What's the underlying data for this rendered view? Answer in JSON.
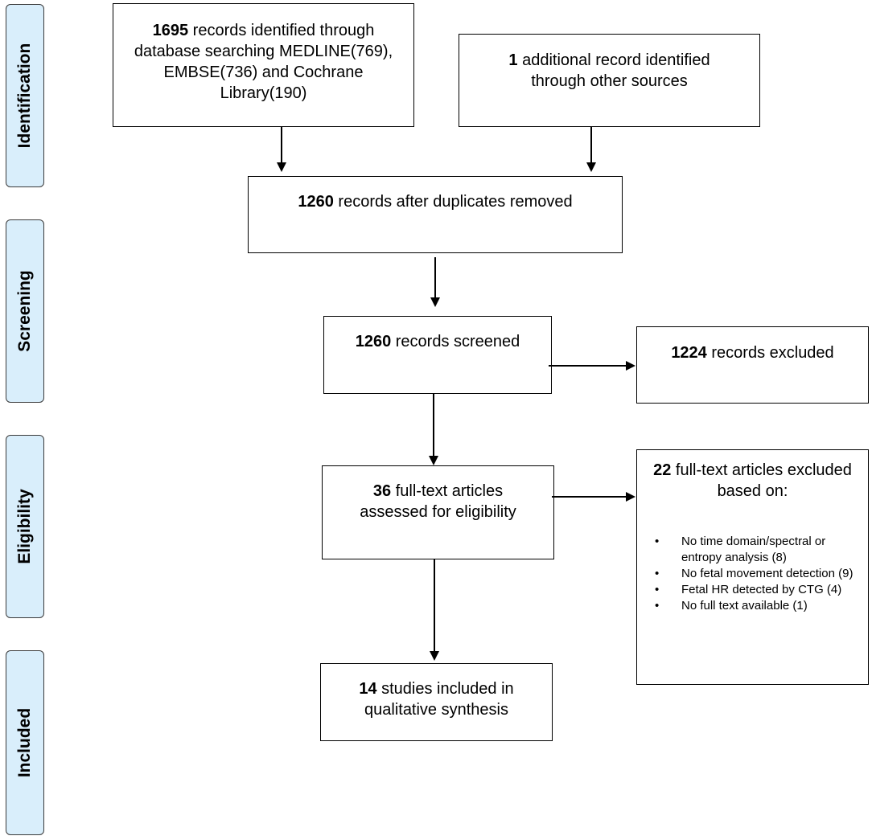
{
  "stages": [
    {
      "label": "Identification"
    },
    {
      "label": "Screening"
    },
    {
      "label": "Eligibility"
    },
    {
      "label": "Included"
    }
  ],
  "boxes": {
    "database": {
      "count": "1695",
      "text": "records identified through database searching MEDLINE(769), EMBSE(736) and Cochrane Library(190)"
    },
    "other_sources": {
      "count": "1",
      "text": "additional record identified through other sources"
    },
    "after_duplicates": {
      "count": "1260",
      "text": "records after duplicates removed"
    },
    "screened": {
      "count": "1260",
      "text": "records screened"
    },
    "excluded": {
      "count": "1224",
      "text": "records excluded"
    },
    "full_text": {
      "count": "36",
      "text": "full-text articles assessed for eligibility"
    },
    "full_text_excluded": {
      "count": "22",
      "text": "full-text articles excluded based on:",
      "reasons": [
        "No time domain/spectral or entropy analysis (8)",
        "No fetal movement detection (9)",
        "Fetal HR detected by CTG (4)",
        "No full text available (1)"
      ]
    },
    "included": {
      "count": "14",
      "text": "studies included in qualitative synthesis"
    }
  },
  "colors": {
    "stage_fill": "#d9eefb",
    "stage_border": "#3a3a3a",
    "box_border": "#000000",
    "arrow": "#000000"
  }
}
